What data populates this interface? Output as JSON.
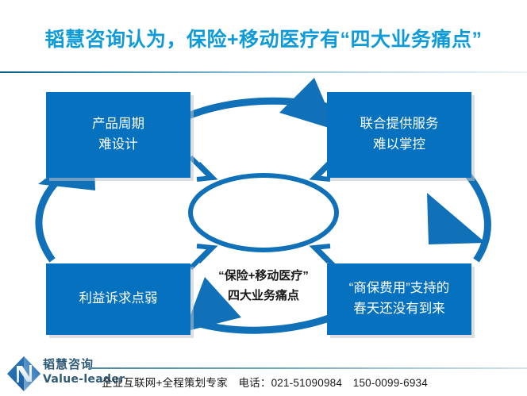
{
  "slide": {
    "title": "韬慧咨询认为，保险+移动医疗有“四大业务痛点”",
    "title_color": "#0f9bd7",
    "box_color": "#0571bf",
    "arrow_color": "#1070b8"
  },
  "diagram": {
    "center": {
      "line1": "“保险+移动医疗”",
      "line2": "四大业务痛点"
    },
    "boxes": [
      {
        "id": "top-left",
        "line1": "产品周期",
        "line2": "难设计"
      },
      {
        "id": "top-right",
        "line1": "联合提供服务",
        "line2": "难以掌控"
      },
      {
        "id": "bottom-left",
        "line1": "利益诉求点弱",
        "line2": ""
      },
      {
        "id": "bottom-right",
        "line1": "“商保费用”支持的",
        "line2": "春天还没有到来"
      }
    ]
  },
  "footer": {
    "logo_cn": "韬慧咨询",
    "logo_en": "Value-leader",
    "tagline": "企业互联网+全程策划专家　电话：021-51090984　150-0099-6934"
  }
}
